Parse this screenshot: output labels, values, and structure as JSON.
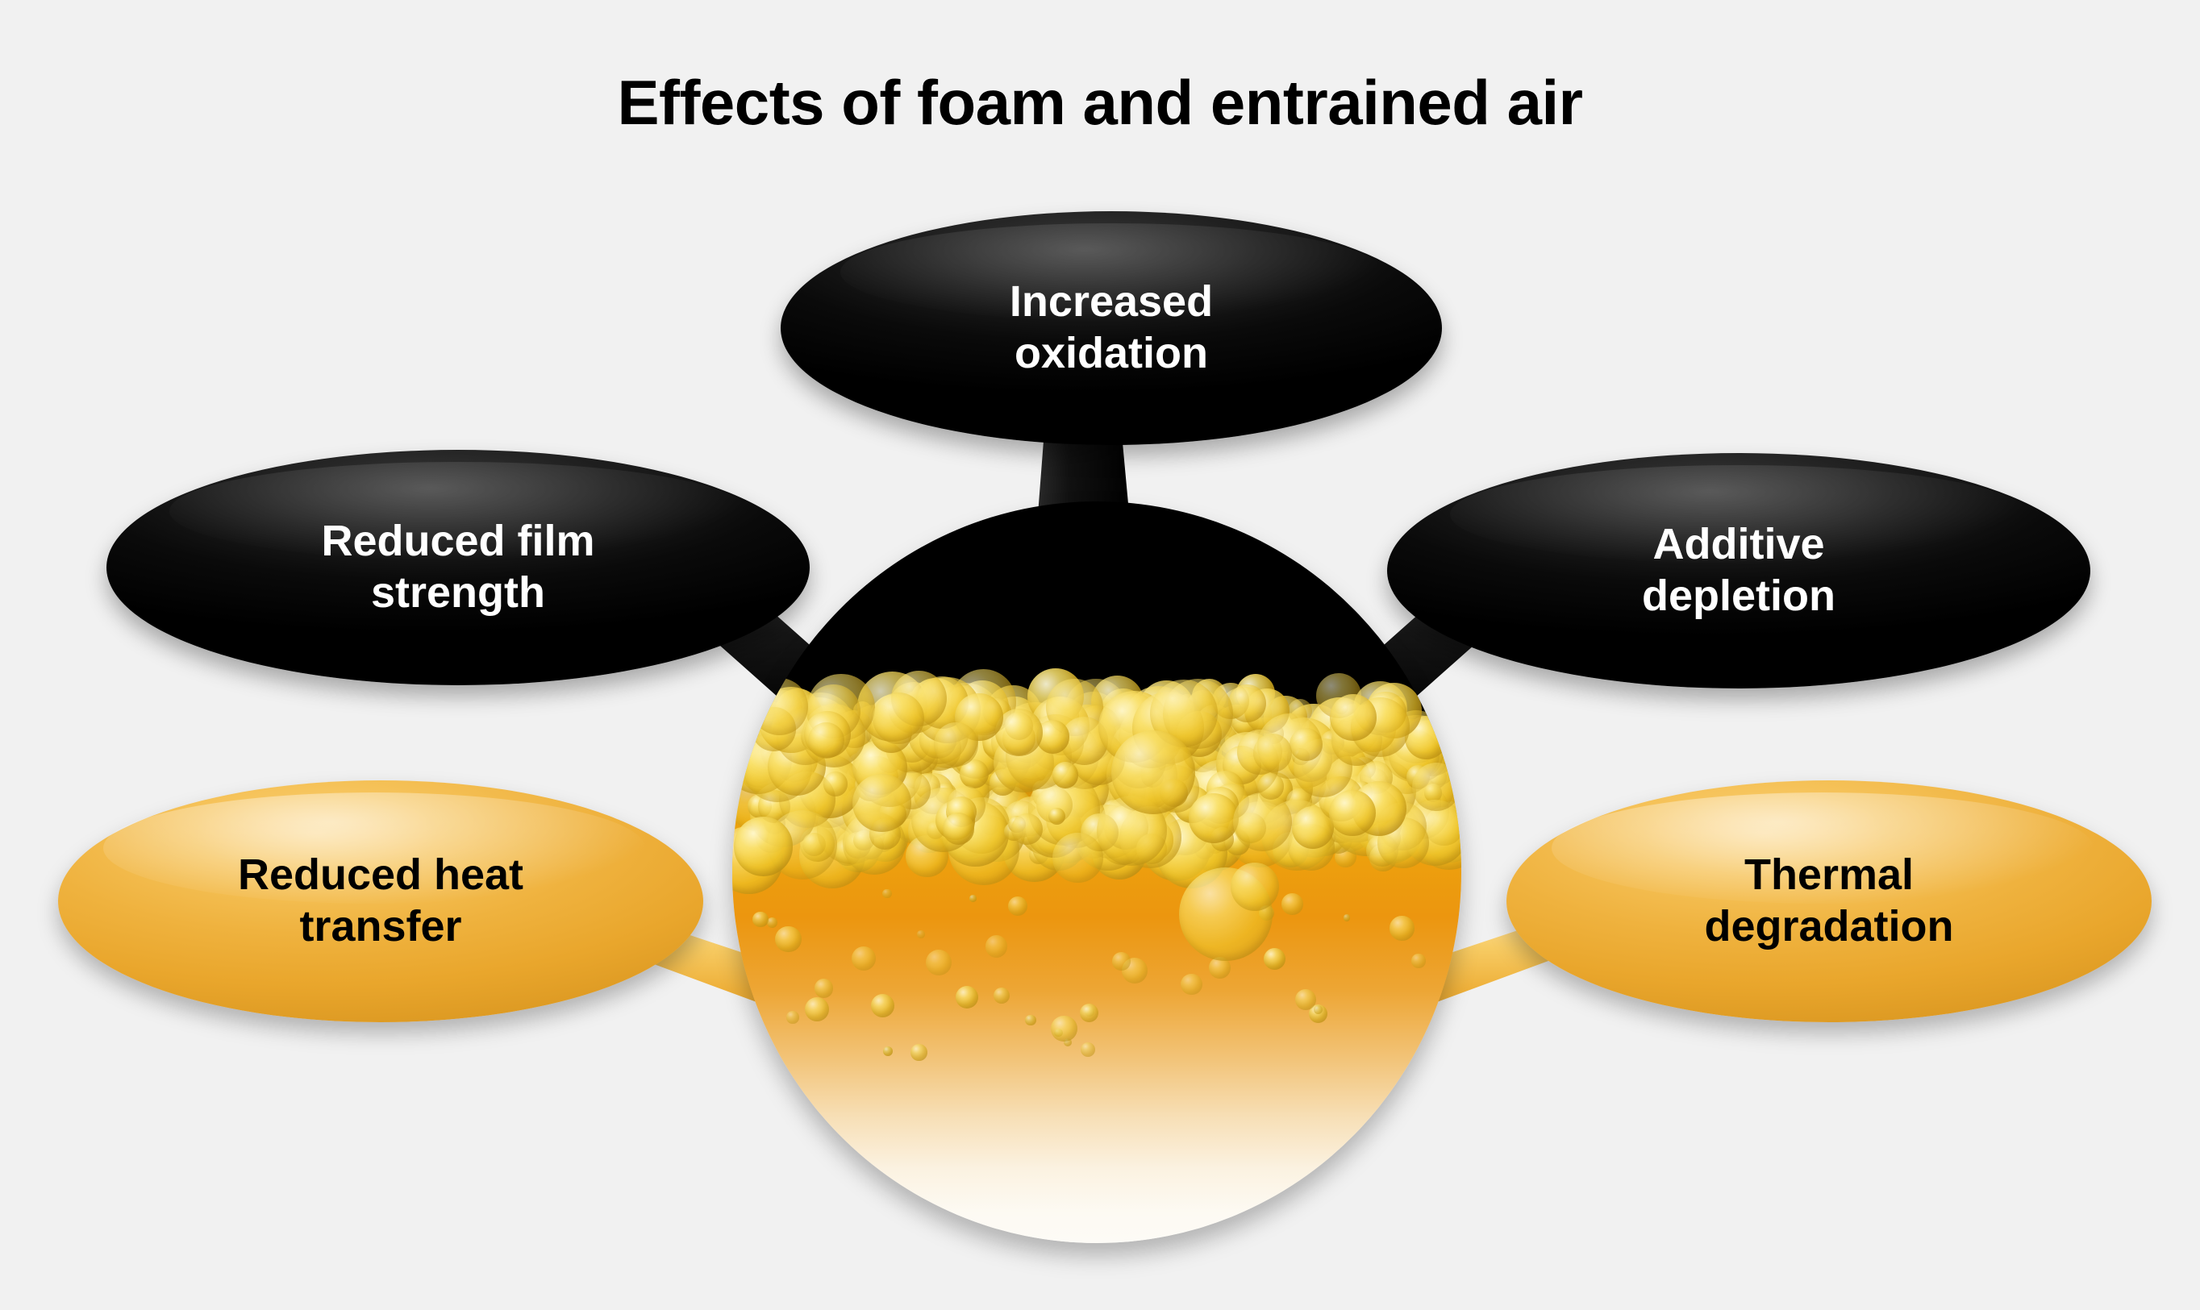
{
  "title": "Effects of foam and entrained air",
  "background_color": "#f1f1f1",
  "diagram": {
    "type": "hub-and-spoke",
    "center": {
      "name": "foaming-oil",
      "description": "Circle depicting oil with foam head and entrained air bubbles",
      "colors": {
        "top": "#000000",
        "foam": "#eec428",
        "liquid": "#ec960f",
        "bottom": "#fdfaf3"
      }
    },
    "nodes": [
      {
        "id": "increased-oxidation",
        "label": "Increased\noxidation",
        "style": "dark",
        "text_color": "#ffffff",
        "fill_color": "#000000",
        "position": "top"
      },
      {
        "id": "reduced-film-strength",
        "label": "Reduced film\nstrength",
        "style": "dark",
        "text_color": "#ffffff",
        "fill_color": "#000000",
        "position": "upper-left"
      },
      {
        "id": "additive-depletion",
        "label": "Additive\ndepletion",
        "style": "dark",
        "text_color": "#ffffff",
        "fill_color": "#000000",
        "position": "upper-right"
      },
      {
        "id": "reduced-heat-transfer",
        "label": "Reduced heat\ntransfer",
        "style": "orange",
        "text_color": "#000000",
        "fill_color": "#efb23e",
        "position": "lower-left"
      },
      {
        "id": "thermal-degradation",
        "label": "Thermal\ndegradation",
        "style": "orange",
        "text_color": "#000000",
        "fill_color": "#efb23e",
        "position": "lower-right"
      }
    ]
  }
}
